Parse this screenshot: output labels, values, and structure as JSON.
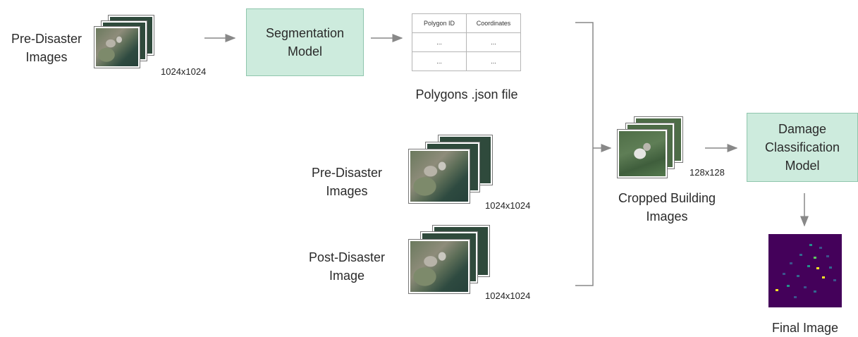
{
  "labels": {
    "pre_disaster_top": "Pre-Disaster\nImages",
    "size_top": "1024x1024",
    "segmentation_model": "Segmentation\nModel",
    "polygons_file": "Polygons .json file",
    "pre_disaster_mid": "Pre-Disaster\nImages",
    "size_mid": "1024x1024",
    "post_disaster": "Post-Disaster\nImage",
    "size_bottom": "1024x1024",
    "cropped_images": "Cropped Building\nImages",
    "size_crop": "128x128",
    "damage_model": "Damage\nClassification\nModel",
    "final_image": "Final Image"
  },
  "polygon_table": {
    "headers": [
      "Polygon ID",
      "Coordinates"
    ],
    "rows": [
      [
        "...",
        "..."
      ],
      [
        "...",
        "..."
      ]
    ]
  },
  "colors": {
    "model_box_fill": "#cdebdd",
    "model_box_border": "#8fc6ad",
    "arrow": "#888888",
    "final_background": "#44015a"
  }
}
